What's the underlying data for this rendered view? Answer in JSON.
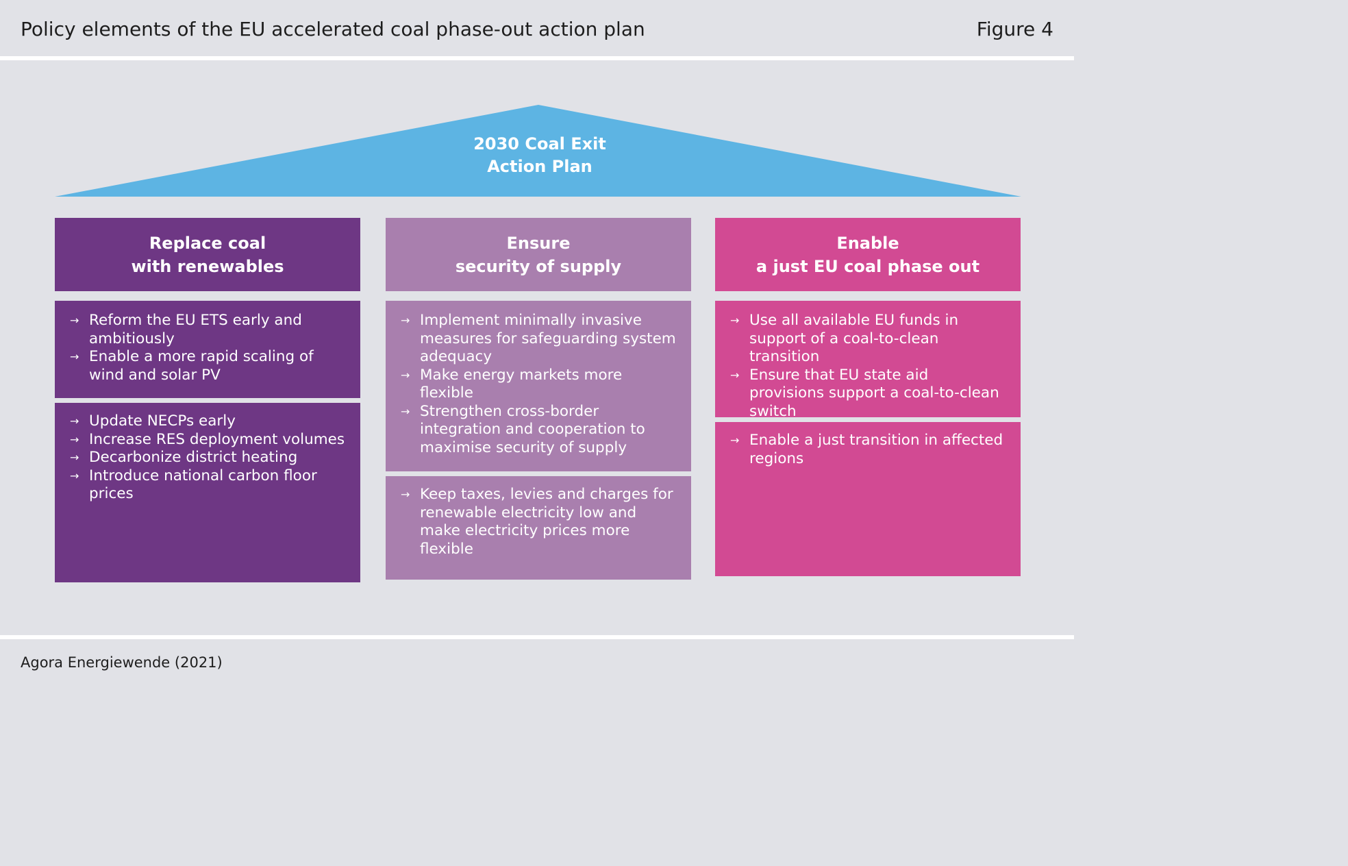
{
  "header": {
    "title": "Policy elements of the EU accelerated coal phase-out action plan",
    "figure": "Figure 4"
  },
  "roof": {
    "line1": "2030 Coal Exit",
    "line2": "Action Plan",
    "color": "#5db4e3"
  },
  "columns": [
    {
      "heading": [
        "Replace coal",
        "with renewables"
      ],
      "color": "#6e3784",
      "boxes": [
        [
          "Reform the EU ETS early and ambitiously",
          "Enable a more rapid scaling of wind and solar PV"
        ],
        [
          "Update NECPs  early",
          "Increase RES deployment volumes",
          "Decarbonize district heating",
          "Introduce national carbon floor prices"
        ]
      ]
    },
    {
      "heading": [
        "Ensure",
        "security of supply"
      ],
      "color": "#a97fae",
      "boxes": [
        [
          "Implement minimally invasive measures for safeguarding system adequacy",
          "Make energy markets more flexible",
          "Strengthen cross-border integration and cooperation to maximise security of supply"
        ],
        [
          "Keep taxes, levies and charges for renewable electricity low and make electricity prices more flexible"
        ]
      ]
    },
    {
      "heading": [
        "Enable",
        "a just EU coal phase out"
      ],
      "color": "#d24a93",
      "boxes": [
        [
          "Use all available EU funds in support of a coal-to-clean transition",
          "Ensure that EU state aid provisions support a coal-to-clean switch"
        ],
        [
          "Enable a just transition in affected regions"
        ]
      ]
    }
  ],
  "bullet_icon": "arrow-right-icon",
  "footer": "Agora Energiewende (2021)"
}
